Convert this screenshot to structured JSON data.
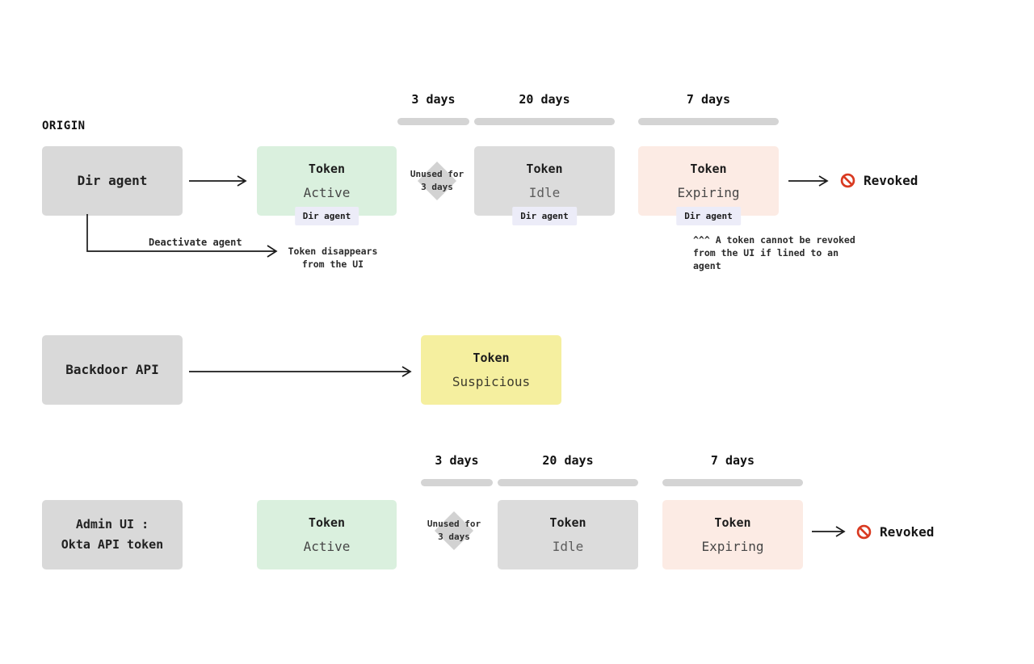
{
  "origin_label": "ORIGIN",
  "colors": {
    "origin_box_bg": "#d9d9d9",
    "token_active_bg": "#daf0de",
    "token_idle_bg": "#dcdcdc",
    "token_expiring_bg": "#fcebe4",
    "token_suspicious_bg": "#f5ef9f",
    "agent_badge_bg": "#ececf8",
    "timeline_bar": "#d4d4d4",
    "gate_diamond_bg": "#d2d2d2",
    "revoked_icon_red": "#d93a21",
    "arrow_stroke": "#1a1a1a"
  },
  "flow1": {
    "origin": {
      "label": "Dir agent"
    },
    "timeline": [
      {
        "label": "3 days"
      },
      {
        "label": "20 days"
      },
      {
        "label": "7 days"
      }
    ],
    "tokens": [
      {
        "title": "Token",
        "state": "Active",
        "badge": "Dir agent"
      },
      {
        "title": "Token",
        "state": "Idle",
        "badge": "Dir agent"
      },
      {
        "title": "Token",
        "state": "Expiring",
        "badge": "Dir agent"
      }
    ],
    "gate": {
      "line1": "Unused for",
      "line2": "3 days"
    },
    "revoked": {
      "label": "Revoked"
    },
    "deactivate": {
      "label": "Deactivate agent",
      "result_line1": "Token disappears",
      "result_line2": "from the UI"
    },
    "note": {
      "line1": "^^^ A token cannot be revoked",
      "line2": "from the UI if lined to an",
      "line3": "agent"
    }
  },
  "flow2": {
    "origin": {
      "label": "Backdoor API"
    },
    "token": {
      "title": "Token",
      "state": "Suspicious"
    }
  },
  "flow3": {
    "origin": {
      "line1": "Admin UI :",
      "line2": "Okta API token"
    },
    "timeline": [
      {
        "label": "3 days"
      },
      {
        "label": "20 days"
      },
      {
        "label": "7 days"
      }
    ],
    "tokens": [
      {
        "title": "Token",
        "state": "Active"
      },
      {
        "title": "Token",
        "state": "Idle"
      },
      {
        "title": "Token",
        "state": "Expiring"
      }
    ],
    "gate": {
      "line1": "Unused for",
      "line2": "3 days"
    },
    "revoked": {
      "label": "Revoked"
    }
  }
}
